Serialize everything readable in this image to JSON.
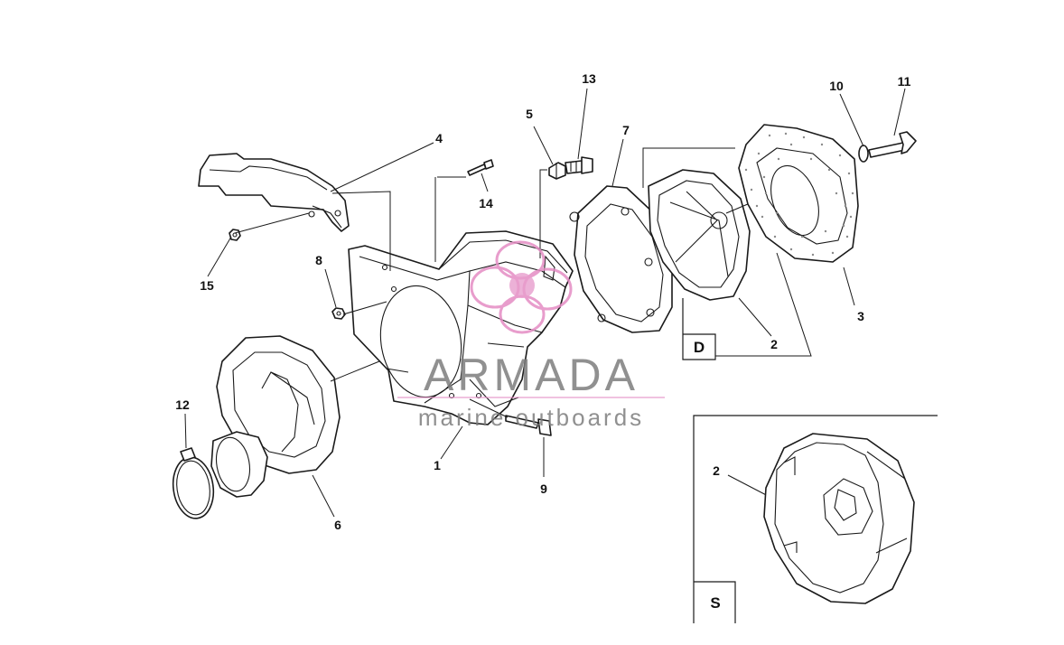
{
  "callouts": {
    "c1": "1",
    "c2a": "2",
    "c2b": "2",
    "c3": "3",
    "c4": "4",
    "c5": "5",
    "c6": "6",
    "c7": "7",
    "c8": "8",
    "c9": "9",
    "c10": "10",
    "c11": "11",
    "c12": "12",
    "c13": "13",
    "c14": "14",
    "c15": "15"
  },
  "variants": {
    "d_label": "D",
    "s_label": "S"
  },
  "watermark": {
    "title": "ARMADA",
    "subtitle": "marine outboards",
    "colors": {
      "text": "#7d7d7d",
      "logo": "#e48cc4"
    }
  }
}
